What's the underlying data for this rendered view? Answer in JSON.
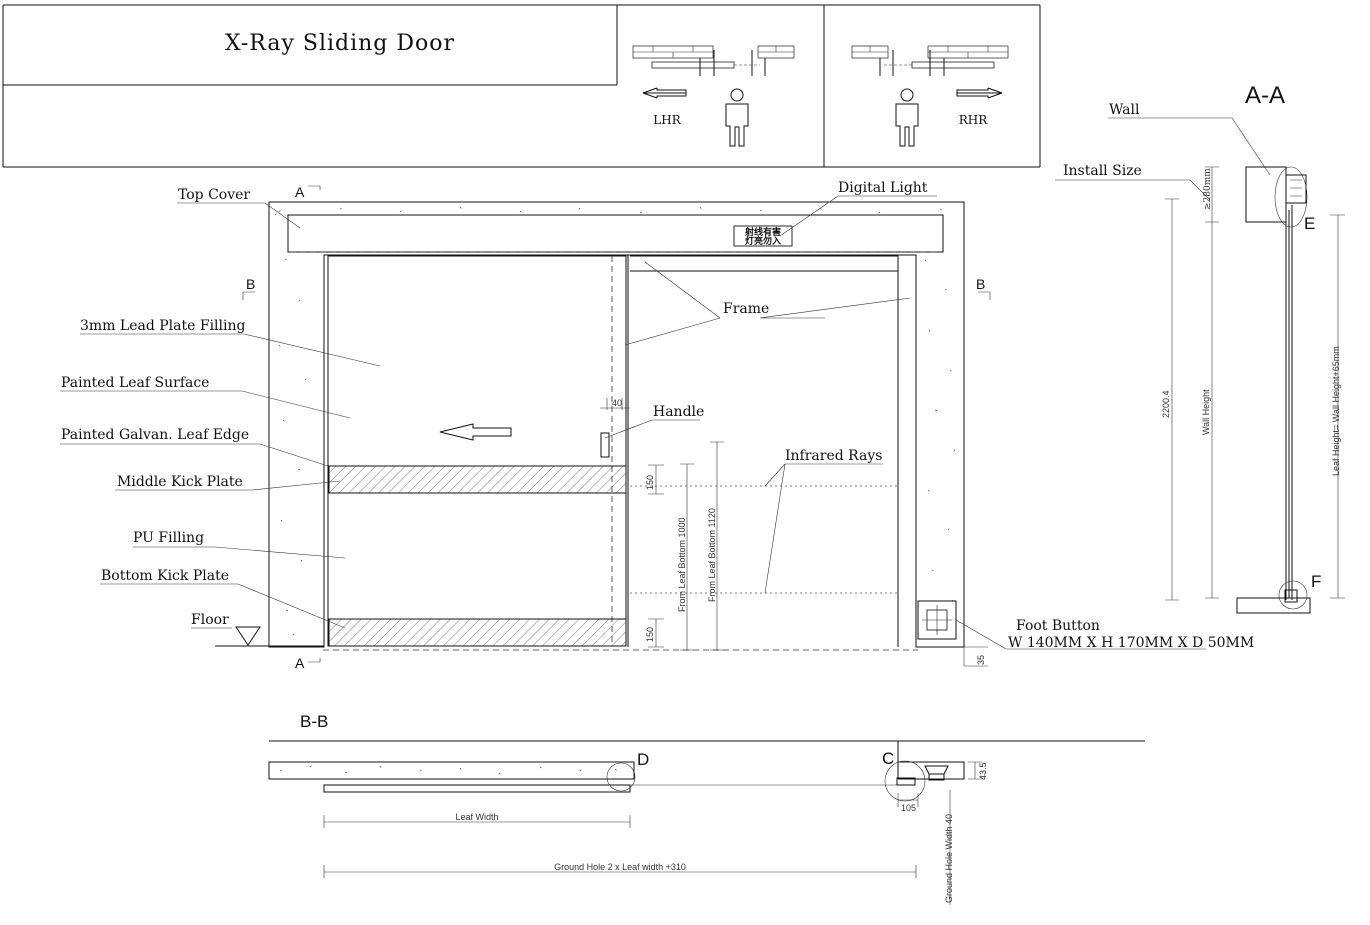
{
  "title": "X-Ray Sliding Door",
  "handing": {
    "left": "LHR",
    "right": "RHR"
  },
  "labels": {
    "top_cover": "Top Cover",
    "digital_light": "Digital Light",
    "lead_plate": "3mm Lead Plate Filling",
    "painted_surface": "Painted Leaf Surface",
    "galvan_edge": "Painted Galvan. Leaf Edge",
    "middle_kick": "Middle Kick Plate",
    "pu_filling": "PU Filling",
    "bottom_kick": "Bottom Kick Plate",
    "floor": "Floor",
    "frame": "Frame",
    "handle": "Handle",
    "infrared": "Infrared Rays",
    "foot_button": "Foot Button",
    "foot_button_size": "W 140MM X H 170MM X D 50MM",
    "wall": "Wall",
    "install_size": "Install Size"
  },
  "sign": {
    "line1": "射线有害",
    "line2": "灯亮勿入"
  },
  "section_marks": {
    "a": "A",
    "b": "B",
    "aa": "A-A",
    "bb": "B-B",
    "c": "C",
    "d": "D",
    "e": "E",
    "f": "F"
  },
  "dims": {
    "d40": "40",
    "d150a": "150",
    "d150b": "150",
    "leaf1000": "From Leaf Bottom 1000",
    "leaf1120": "From Leaf Bottom 1120",
    "d35": "35",
    "leaf_width": "Leaf Width",
    "ground_hole": "Ground Hole 2 x Leaf width +310",
    "d105": "105",
    "d43": "43.5",
    "ground_hole_width": "Ground Hole Width 40",
    "h2200": "2200.4",
    "wall_height": "Wall Height",
    "leaf_height": "Leaf Height= Wall Height+65mm",
    "d280": "≥280mm"
  }
}
